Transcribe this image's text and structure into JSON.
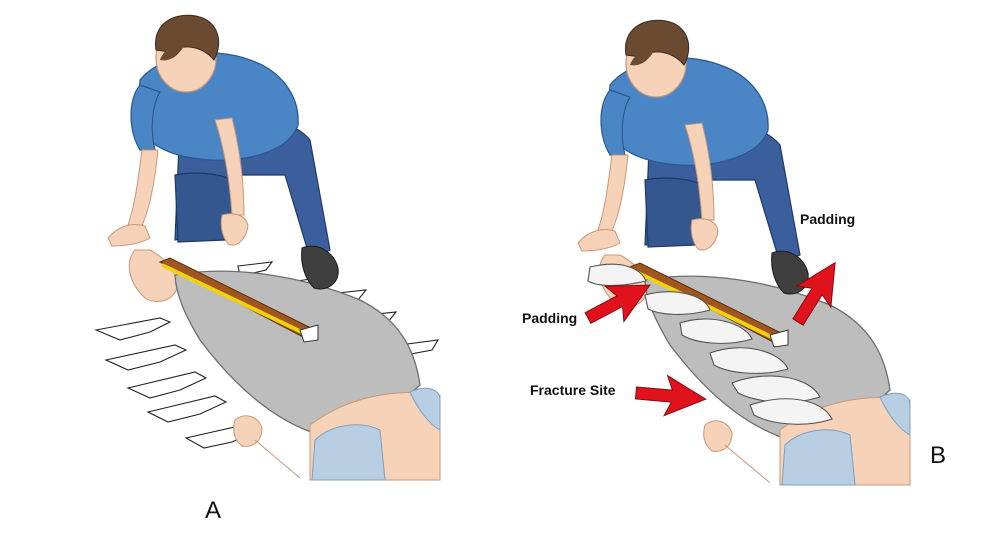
{
  "panels": {
    "a": {
      "letter": "A"
    },
    "b": {
      "letter": "B"
    }
  },
  "callouts": {
    "padding_top": "Padding",
    "padding_left": "Padding",
    "fracture_site": "Fracture Site"
  },
  "colors": {
    "shirt": "#4a86c5",
    "pants": "#3a5f9c",
    "skin": "#f6d3b8",
    "hair": "#6b4a32",
    "blanket": "#bdbdbd",
    "splint_wood": "#a0561c",
    "splint_yellow": "#f2d20a",
    "bandage": "#f4f4f4",
    "arrow": "#e0121b",
    "patient_shirt": "#b8cfe3"
  },
  "icons": [
    "rescuer-figure",
    "patient-figure",
    "splint-board",
    "arrow-pointer"
  ]
}
